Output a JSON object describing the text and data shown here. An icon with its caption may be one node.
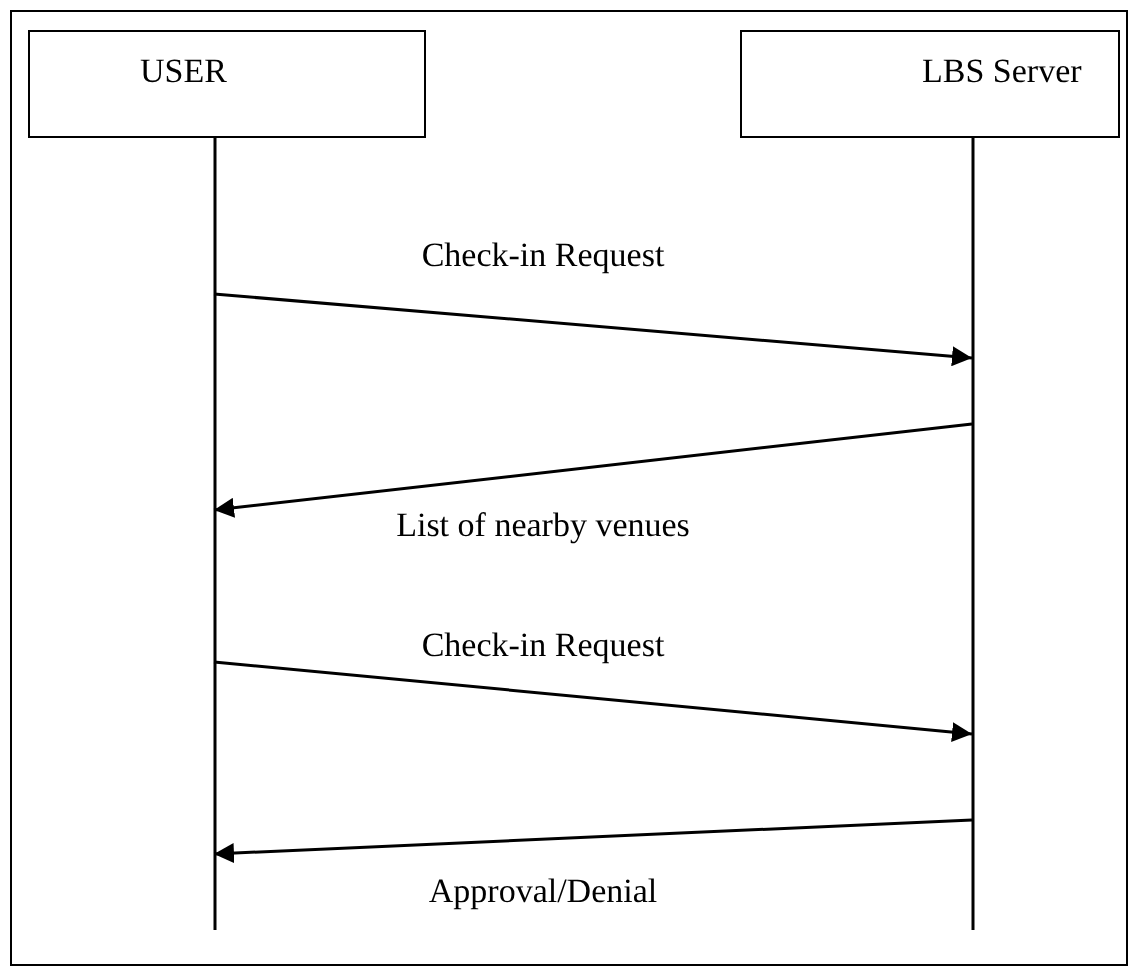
{
  "diagram": {
    "nodes": [
      {
        "text": [
          "USER"
        ]
      },
      {
        "text": [
          "LBS Server"
        ]
      }
    ],
    "edges": [
      {
        "from": 0,
        "to": 1,
        "arrow": "to",
        "label": "Check-in Request"
      },
      {
        "from": 1,
        "to": 0,
        "arrow": "to",
        "label": "List of nearby venues"
      },
      {
        "from": 0,
        "to": 1,
        "arrow": "to",
        "label": "Check-in Request"
      },
      {
        "from": 1,
        "to": 0,
        "arrow": "to",
        "label": "Approval/Denial"
      }
    ]
  }
}
